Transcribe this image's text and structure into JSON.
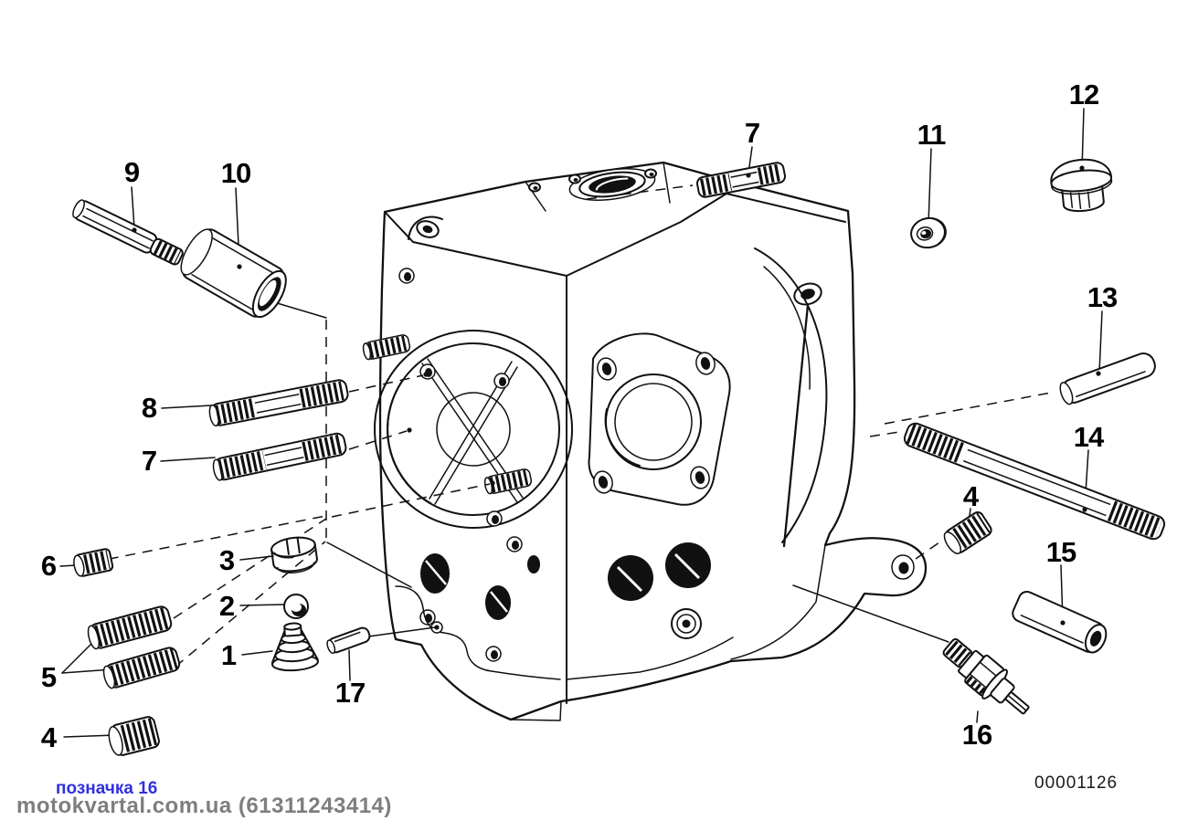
{
  "colors": {
    "line": "#111111",
    "watermark-blue": "#3131dd",
    "watermark-gray": "#7e7e7e",
    "doc-text": "#1a1a1a"
  },
  "callouts": [
    {
      "label": "9"
    },
    {
      "label": "10"
    },
    {
      "label": "7"
    },
    {
      "label": "11"
    },
    {
      "label": "12"
    },
    {
      "label": "13"
    },
    {
      "label": "8"
    },
    {
      "label": "7"
    },
    {
      "label": "14"
    },
    {
      "label": "4"
    },
    {
      "label": "6"
    },
    {
      "label": "3"
    },
    {
      "label": "15"
    },
    {
      "label": "2"
    },
    {
      "label": "1"
    },
    {
      "label": "5"
    },
    {
      "label": "17"
    },
    {
      "label": "4"
    },
    {
      "label": "16"
    }
  ],
  "footer": {
    "watermark_line1": "позначка 16",
    "watermark_line2": "motokvartal.com.ua (61311243414)",
    "document_number": "00001126"
  }
}
